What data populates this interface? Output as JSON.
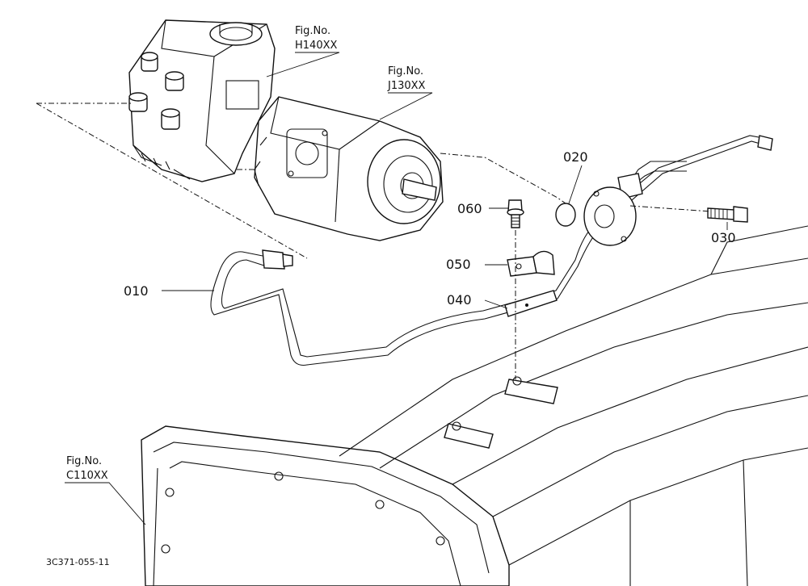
{
  "figure_refs": {
    "steering_unit": {
      "line1": "Fig.No.",
      "line2": "H140XX"
    },
    "hydraulic_pump": {
      "line1": "Fig.No.",
      "line2": "J130XX"
    },
    "transmission_case": {
      "line1": "Fig.No.",
      "line2": "C110XX"
    }
  },
  "parts": {
    "p010": "010",
    "p020": "020",
    "p030": "030",
    "p040": "040",
    "p050": "050",
    "p060": "060"
  },
  "drawing_code": "3C371-055-11"
}
